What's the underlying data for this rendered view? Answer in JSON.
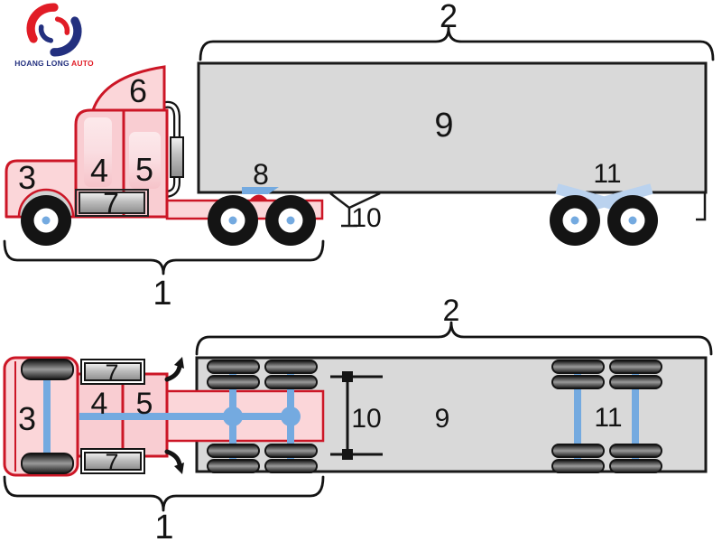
{
  "logo": {
    "brand_blue": "HOANG LONG",
    "brand_red": "AUTO"
  },
  "labels": {
    "tractor_length": "1",
    "trailer_length": "2",
    "hood": "3",
    "cab": "4",
    "sleeper": "5",
    "roof_deflector": "6",
    "fuel_tank": "7",
    "fifth_wheel": "8",
    "cargo_box": "9",
    "landing_gear": "10",
    "tandem_axles": "11"
  },
  "colors": {
    "body_pink": "#fbd6d9",
    "cab_pink": "#f9cdd2",
    "window_pink": "#fce9eb",
    "body_red": "#cc1626",
    "trailer_gray": "#d9d9d9",
    "outline_dark": "#1a1a1a",
    "axle_blue": "#74aae0",
    "suspension_blue": "#bad2ee",
    "logo_blue": "#23307f",
    "logo_red": "#e11c26"
  }
}
